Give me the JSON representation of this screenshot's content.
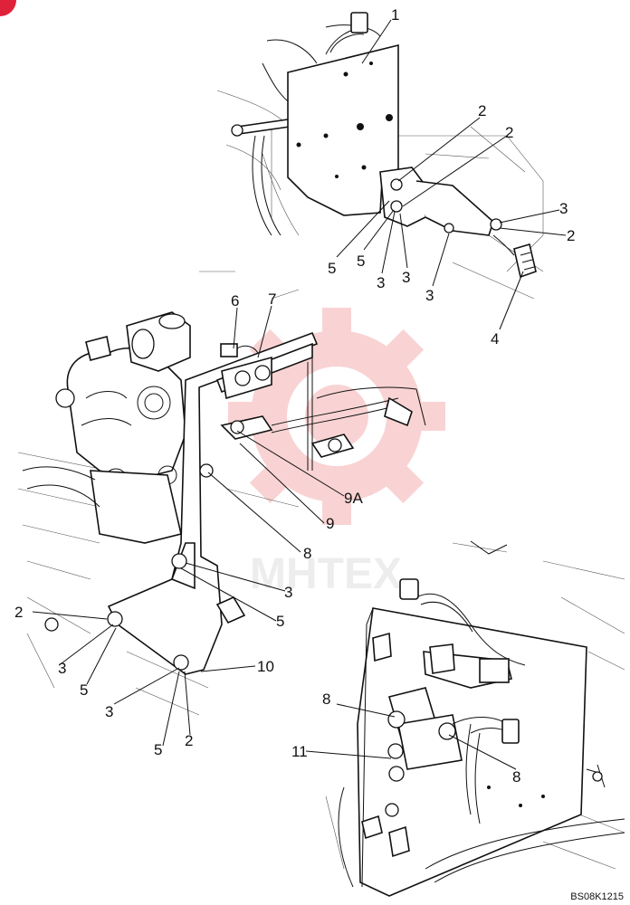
{
  "figure": {
    "reference_code": "BS08K1215",
    "watermark_text": "MHTEX",
    "colors": {
      "line": "#111111",
      "background": "#ffffff",
      "watermark": "#f3a0a0",
      "corner_badge": "#e0213a"
    }
  },
  "callouts": {
    "top": [
      "1",
      "2",
      "2",
      "2",
      "3",
      "3",
      "3",
      "3",
      "5",
      "5",
      "4"
    ],
    "middle": [
      "6",
      "7",
      "9A",
      "9",
      "8",
      "3",
      "5",
      "2",
      "3",
      "5",
      "3",
      "5",
      "2",
      "10"
    ],
    "bottom": [
      "8",
      "11",
      "8"
    ]
  }
}
